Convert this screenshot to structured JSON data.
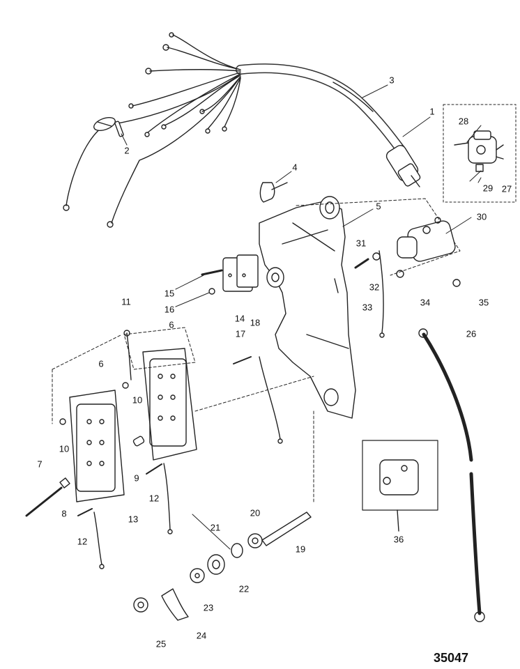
{
  "diagram_id": "35047",
  "callouts": [
    "1",
    "2",
    "3",
    "4",
    "5",
    "6",
    "6",
    "7",
    "8",
    "9",
    "10",
    "10",
    "11",
    "12",
    "12",
    "13",
    "14",
    "15",
    "16",
    "17",
    "18",
    "19",
    "20",
    "21",
    "22",
    "23",
    "24",
    "25",
    "26",
    "27",
    "28",
    "29",
    "30",
    "31",
    "32",
    "33",
    "34",
    "35",
    "36"
  ]
}
